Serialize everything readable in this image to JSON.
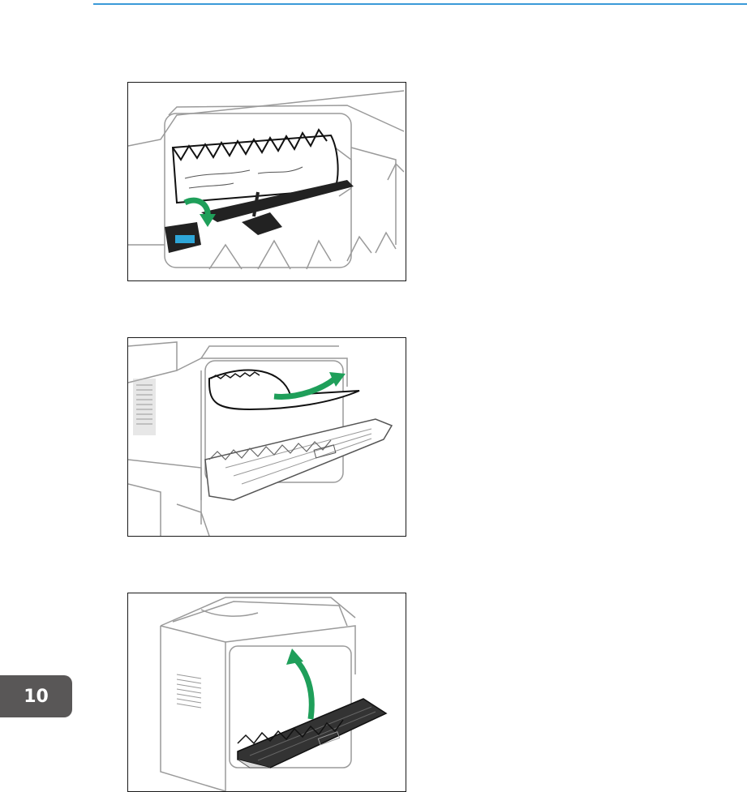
{
  "chapter": {
    "number": "10"
  },
  "colors": {
    "rule": "#3b9ad8",
    "arrow": "#1f9f5a",
    "lever": "#2ea6d8",
    "tab": "#595757"
  },
  "figures": [
    {
      "depicts": "fuser-unit-open-with-jammed-paper-lever-down"
    },
    {
      "depicts": "pulling-jammed-paper-out-rear-cover-open"
    },
    {
      "depicts": "closing-rear-cover-of-printer"
    }
  ]
}
